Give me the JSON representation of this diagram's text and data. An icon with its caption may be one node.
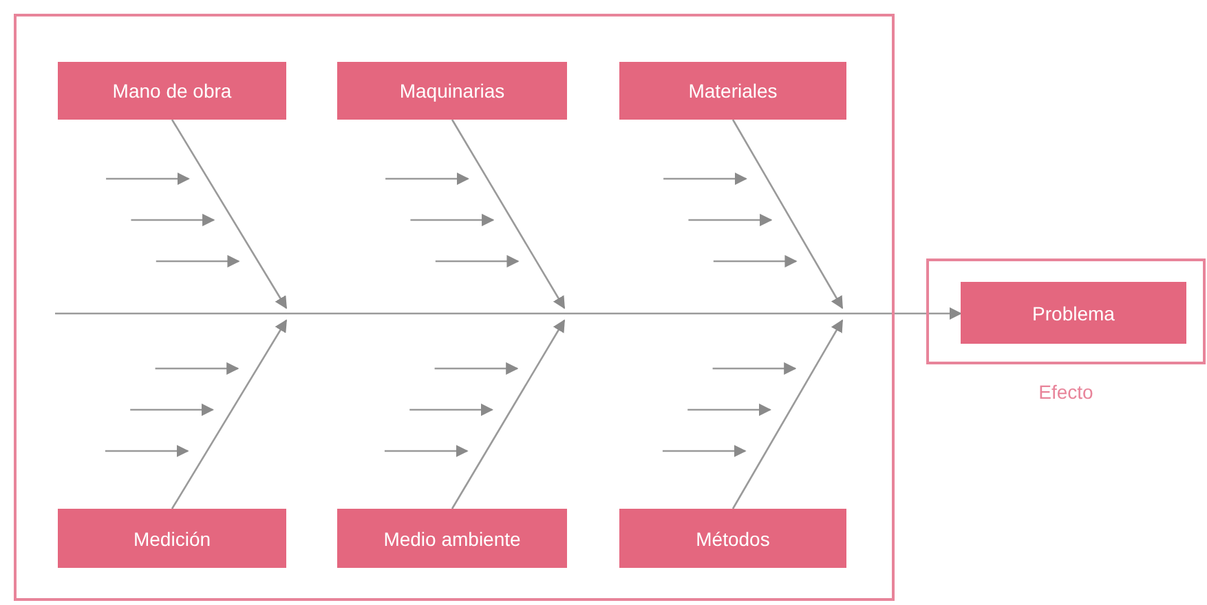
{
  "diagram": {
    "nodes": [
      {
        "text": [],
        "shape": "box"
      },
      {
        "text": [
          "Mano de obra"
        ],
        "in": 0
      },
      {
        "text": [
          "Maquinarias"
        ],
        "in": 0
      },
      {
        "text": [
          "Materiales"
        ],
        "in": 0
      },
      {
        "text": [
          "Medición"
        ],
        "in": 0
      },
      {
        "text": [
          "Medio ambiente"
        ],
        "in": 0
      },
      {
        "text": [
          "Métodos"
        ],
        "in": 0
      },
      {
        "text": [
          "Efecto"
        ]
      },
      {
        "text": [
          "Problema"
        ],
        "in": 7
      }
    ],
    "edges": [
      {
        "from": null,
        "to": 8,
        "arrow": "to"
      },
      {
        "from": 1,
        "to": null,
        "arrow": "to"
      },
      {
        "from": 2,
        "to": null,
        "arrow": "to"
      },
      {
        "from": 3,
        "to": null,
        "arrow": "to"
      },
      {
        "from": 4,
        "to": null,
        "arrow": "to"
      },
      {
        "from": 5,
        "to": null,
        "arrow": "to"
      },
      {
        "from": 6,
        "to": null,
        "arrow": "to"
      }
    ]
  }
}
